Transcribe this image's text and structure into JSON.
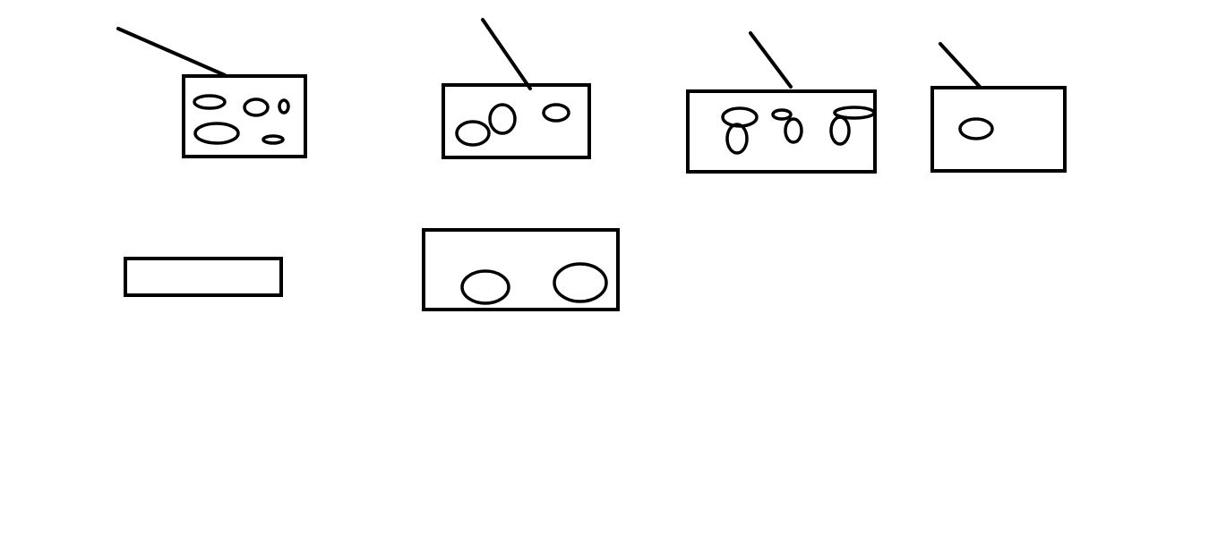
{
  "canvas": {
    "background": "#ffffff",
    "ink_color": "#000000"
  },
  "diagram": {
    "description_visible_text": "",
    "boxes": [
      {
        "id": "box-1",
        "ellipse_count": 5,
        "has_leader_line": true
      },
      {
        "id": "box-2",
        "ellipse_count": 3,
        "has_leader_line": true
      },
      {
        "id": "box-3",
        "ellipse_count": 6,
        "has_leader_line": true
      },
      {
        "id": "box-4",
        "ellipse_count": 1,
        "has_leader_line": true
      },
      {
        "id": "box-5",
        "ellipse_count": 0,
        "has_leader_line": false
      },
      {
        "id": "box-6",
        "ellipse_count": 2,
        "has_leader_line": false
      }
    ]
  }
}
